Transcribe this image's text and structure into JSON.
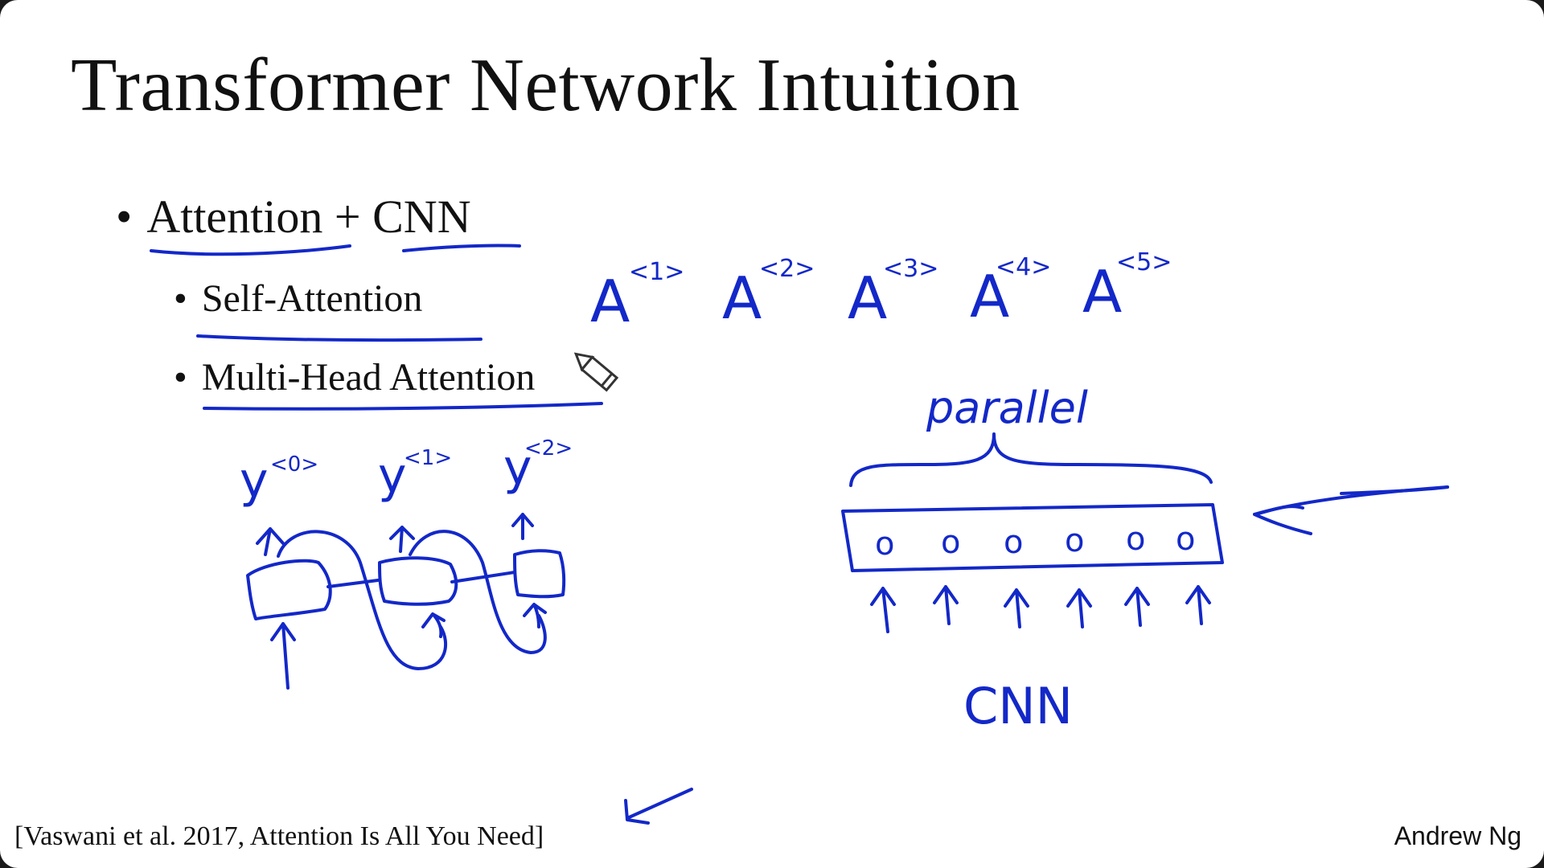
{
  "slide": {
    "title": "Transformer Network Intuition",
    "bullets": {
      "main": {
        "marker": "•",
        "left": "Attention",
        "plus": "+",
        "right": "CNN"
      },
      "sub1": {
        "marker": "•",
        "text": "Self-Attention"
      },
      "sub2": {
        "marker": "•",
        "text": "Multi-Head Attention"
      }
    },
    "citation": "[Vaswani et al. 2017, Attention Is All You Need]",
    "author": "Andrew Ng"
  },
  "annotations": {
    "ink_color": "#1328c8",
    "a_base": "A",
    "a_superscripts": [
      "<1>",
      "<2>",
      "<3>",
      "<4>",
      "<5>"
    ],
    "parallel_label": "parallel",
    "cnn_label": "CNN",
    "rnn_outputs_base": "y",
    "rnn_superscripts": [
      "<0>",
      "<1>",
      "<2>"
    ],
    "cnn_units": [
      "o",
      "o",
      "o",
      "o",
      "o",
      "o"
    ]
  },
  "icons": {
    "pen_cursor": "pencil-icon"
  }
}
